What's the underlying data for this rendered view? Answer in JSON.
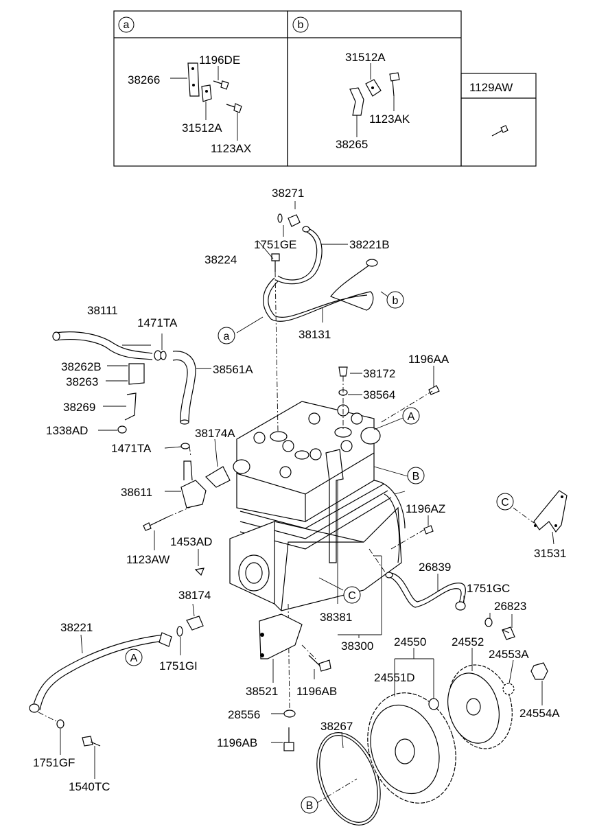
{
  "inset_boxes": {
    "a": {
      "tag": "a",
      "parts": [
        "1196DE",
        "38266",
        "31512A",
        "1123AX"
      ]
    },
    "b": {
      "tag": "b",
      "parts": [
        "31512A",
        "1123AK",
        "38265"
      ]
    },
    "c": {
      "part": "1129AW"
    }
  },
  "callouts": [
    "a",
    "b",
    "A",
    "A",
    "B",
    "B",
    "C",
    "C"
  ],
  "parts": {
    "p38271": "38271",
    "p1751GE": "1751GE",
    "p38221B": "38221B",
    "p38224": "38224",
    "p38111": "38111",
    "p1471TA_top": "1471TA",
    "p38131": "38131",
    "p38262B": "38262B",
    "p38263": "38263",
    "p38561A": "38561A",
    "p38269": "38269",
    "p1338AD": "1338AD",
    "p38172": "38172",
    "p1196AA": "1196AA",
    "p38564": "38564",
    "p38174A": "38174A",
    "p1471TA_mid": "1471TA",
    "p38611": "38611",
    "p1196AZ": "1196AZ",
    "p1453AD": "1453AD",
    "p1123AW": "1123AW",
    "p31531": "31531",
    "p26839": "26839",
    "p38174": "38174",
    "p1751GC": "1751GC",
    "p26823": "26823",
    "p38381": "38381",
    "p38221": "38221",
    "p38300": "38300",
    "p24550": "24550",
    "p24552": "24552",
    "p24553A": "24553A",
    "p1751GI": "1751GI",
    "p38521": "38521",
    "p1196AB_a": "1196AB",
    "p24551D": "24551D",
    "p24554A": "24554A",
    "p28556": "28556",
    "p38267": "38267",
    "p1196AB_b": "1196AB",
    "p1751GF": "1751GF",
    "p1540TC": "1540TC"
  }
}
